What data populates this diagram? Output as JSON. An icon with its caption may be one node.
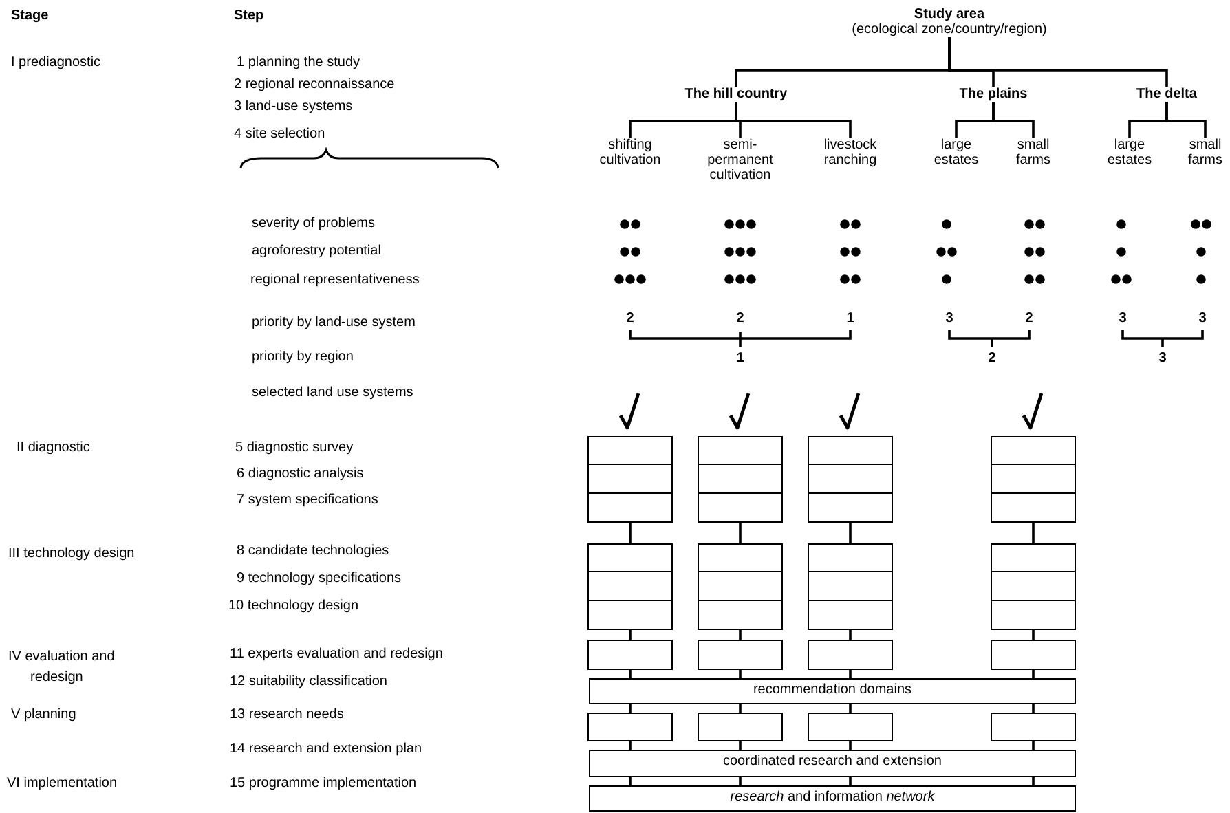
{
  "diagram": {
    "nodes": [
      {
        "text": [
          "Study area",
          "(ecological zone/country/region)"
        ]
      },
      {
        "text": [
          "The hill country"
        ]
      },
      {
        "text": [
          "The plains"
        ]
      },
      {
        "text": [
          "The delta"
        ]
      },
      {
        "text": [
          "shifting cultivation"
        ]
      },
      {
        "text": [
          "semi-permanent cultivation"
        ]
      },
      {
        "text": [
          "livestock ranching"
        ]
      },
      {
        "text": [
          "large estates"
        ]
      },
      {
        "text": [
          "small farms"
        ]
      },
      {
        "text": [
          "large estates"
        ]
      },
      {
        "text": [
          "small farms"
        ]
      },
      {
        "text": [],
        "shape": "box"
      },
      {
        "text": [],
        "shape": "box"
      },
      {
        "text": [],
        "shape": "box"
      },
      {
        "text": [],
        "shape": "box"
      },
      {
        "text": [],
        "shape": "box"
      },
      {
        "text": [],
        "shape": "box"
      },
      {
        "text": [],
        "shape": "box"
      },
      {
        "text": [],
        "shape": "box"
      },
      {
        "text": [],
        "shape": "box"
      },
      {
        "text": [],
        "shape": "box"
      },
      {
        "text": [],
        "shape": "box"
      },
      {
        "text": [],
        "shape": "box"
      },
      {
        "text": [
          "recommendation domains"
        ]
      },
      {
        "text": [],
        "shape": "box"
      },
      {
        "text": [],
        "shape": "box"
      },
      {
        "text": [],
        "shape": "box"
      },
      {
        "text": [],
        "shape": "box"
      },
      {
        "text": [
          "coordinated research and extension"
        ]
      },
      {
        "text": [
          "*research* and information *network*"
        ]
      }
    ],
    "edges": [
      {
        "from": 0,
        "to": 1,
        "arrow": "none"
      },
      {
        "from": 0,
        "to": 2,
        "arrow": "none"
      },
      {
        "from": 0,
        "to": 3,
        "arrow": "none"
      },
      {
        "from": 1,
        "to": 4,
        "arrow": "none"
      },
      {
        "from": 1,
        "to": 5,
        "arrow": "none"
      },
      {
        "from": 1,
        "to": 6,
        "arrow": "none"
      },
      {
        "from": 2,
        "to": 7,
        "arrow": "none"
      },
      {
        "from": 2,
        "to": 8,
        "arrow": "none"
      },
      {
        "from": 3,
        "to": 9,
        "arrow": "none"
      },
      {
        "from": 3,
        "to": 10,
        "arrow": "none"
      },
      {
        "from": 11,
        "to": 15,
        "arrow": "none"
      },
      {
        "from": 12,
        "to": 16,
        "arrow": "none"
      },
      {
        "from": 13,
        "to": 17,
        "arrow": "none"
      },
      {
        "from": 14,
        "to": 18,
        "arrow": "none"
      },
      {
        "from": 15,
        "to": 19,
        "arrow": "none"
      },
      {
        "from": 16,
        "to": 20,
        "arrow": "none"
      },
      {
        "from": 17,
        "to": 21,
        "arrow": "none"
      },
      {
        "from": 18,
        "to": 22,
        "arrow": "none"
      },
      {
        "from": 19,
        "to": 23,
        "arrow": "none"
      },
      {
        "from": 20,
        "to": 23,
        "arrow": "none"
      },
      {
        "from": 21,
        "to": 23,
        "arrow": "none"
      },
      {
        "from": 22,
        "to": 23,
        "arrow": "none"
      },
      {
        "from": 23,
        "to": 24,
        "arrow": "none"
      },
      {
        "from": 23,
        "to": 25,
        "arrow": "none"
      },
      {
        "from": 23,
        "to": 26,
        "arrow": "none"
      },
      {
        "from": 23,
        "to": 27,
        "arrow": "none"
      },
      {
        "from": 24,
        "to": 28,
        "arrow": "none"
      },
      {
        "from": 25,
        "to": 28,
        "arrow": "none"
      },
      {
        "from": 26,
        "to": 28,
        "arrow": "none"
      },
      {
        "from": 27,
        "to": 28,
        "arrow": "none"
      },
      {
        "from": 28,
        "to": 29,
        "arrow": "none"
      },
      {
        "from": 28,
        "to": 29,
        "arrow": "none"
      },
      {
        "from": 28,
        "to": 29,
        "arrow": "none"
      },
      {
        "from": 28,
        "to": 29,
        "arrow": "none"
      }
    ],
    "labels": [
      "Stage",
      "Step",
      "I prediagnostic",
      "1 planning the study",
      "2 regional reconnaissance",
      "3 land-use systems",
      "4 site selection",
      "severity of problems",
      "agroforestry potential",
      "regional representativeness",
      "priority by land-use system",
      "2",
      "2",
      "1",
      "3",
      "2",
      "3",
      "3",
      "priority by region",
      "1",
      "2",
      "3",
      "selected land use systems",
      "II diagnostic",
      "5 diagnostic survey",
      "6 diagnostic analysis",
      "7 system specifications",
      "III technology design",
      "8 candidate technologies",
      "9 technology specifications",
      "10 technology design",
      "IV evaluation and redesign",
      "11 experts evaluation and redesign",
      "12 suitability classification",
      "V planning",
      "13 research needs",
      "14 research and extension plan",
      "VI implementation",
      "15 programme implementation"
    ]
  }
}
